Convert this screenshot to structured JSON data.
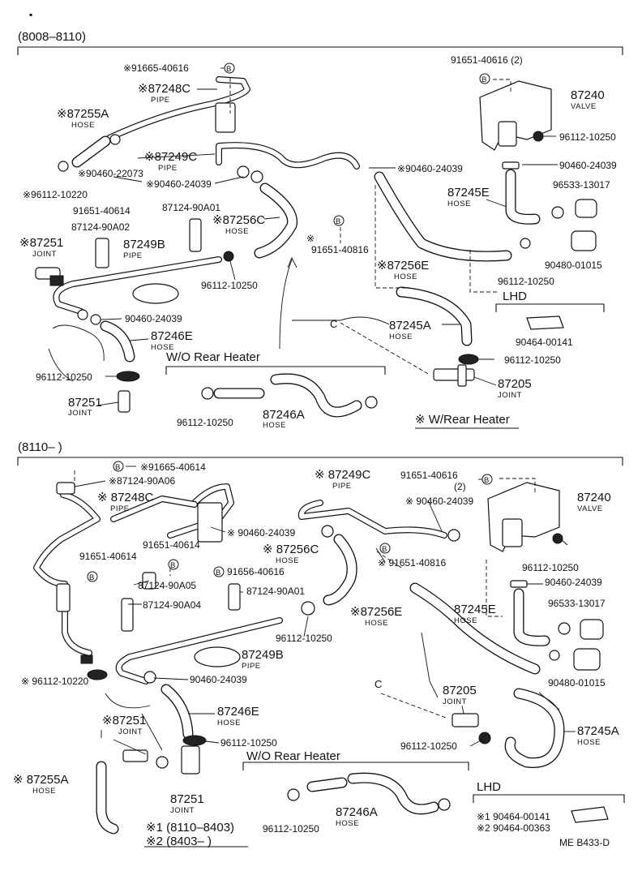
{
  "sections": {
    "top": {
      "range": "(8008–8110)",
      "subbox_wo": "W/O Rear Heater",
      "subbox_w": "※ W/Rear Heater",
      "lhd": "LHD"
    },
    "bottom": {
      "range": "(8110–        )",
      "subbox_wo": "W/O Rear Heater",
      "lhd": "LHD",
      "footnote_1": "※1 (8110–8403)",
      "footnote_2": "※2 (8403–         )",
      "lhd_note_1": "※1 90464-00141",
      "lhd_note_2": "※2 90464-00363"
    }
  },
  "labels_top": {
    "p91665": "※91665-40616",
    "p87248c": "※87248C",
    "p87248c_name": "PIPE",
    "p87255a": "※87255A",
    "p87255a_name": "HOSE",
    "p90460_22073": "※90460-22073",
    "p96112_a": "※96112-10220",
    "p87249c": "※87249C",
    "p87249c_name": "PIPE",
    "p90460_b": "※90460-24039",
    "p90460_c": "※90460-24039",
    "p91651_614": "91651-40614",
    "p87124_a01": "87124-90A01",
    "p87124_a02": "87124-90A02",
    "p87256c": "※87256C",
    "p87256c_name": "HOSE",
    "p91651_816": "91651-40816",
    "p87251_j": "※87251",
    "p87251_j_name": "JOINT",
    "p87249b": "87249B",
    "p87249b_name": "PIPE",
    "p96112_b": "96112-10250",
    "p90460_d": "90460-24039",
    "p87246e": "87246E",
    "p87246e_name": "HOSE",
    "p96112_c": "96112-10250",
    "p87251": "87251",
    "p87251_name": "JOINT",
    "p96112_d": "96112-10250",
    "p87246a": "87246A",
    "p87246a_name": "HOSE",
    "p91651_616": "91651-40616 (2)",
    "p87240": "87240",
    "p87240_name": "VALVE",
    "p96112_e": "96112-10250",
    "p90460_e": "90460-24039",
    "p87245e": "87245E",
    "p87245e_name": "HOSE",
    "p96533": "96533-13017",
    "p90480": "90480-01015",
    "p87256e": "※87256E",
    "p87256e_name": "HOSE",
    "p96112_f": "96112-10250",
    "p90464": "90464-00141",
    "p87245a": "87245A",
    "p87245a_name": "HOSE",
    "p96112_g": "96112-10250",
    "p87205": "87205",
    "p87205_name": "JOINT"
  },
  "labels_bottom": {
    "p91665": "※91665-40614",
    "p87124_a06": "※87124-90A06",
    "p87248c": "※ 87248C",
    "p87248c_name": "PIPE",
    "p91651_614a": "91651-40614",
    "p91651_614b": "91651-40614",
    "p87124_a05": "87124-90A05",
    "p87124_a04": "87124-90A04",
    "p91656": "91656-40616",
    "p87124_a01": "87124-90A01",
    "p87249c": "※ 87249C",
    "p87249c_name": "PIPE",
    "p90460_a": "※ 90460-24039",
    "p90460_b": "※ 90460-24039",
    "p87256c": "※ 87256C",
    "p87256c_name": "HOSE",
    "p91651_816": "※ 91651-40816",
    "p87256e": "※87256E",
    "p87256e_name": "HOSE",
    "p96112_a": "96112-10250",
    "p87249b": "87249B",
    "p87249b_name": "PIPE",
    "p96112_b": "※ 96112-10220",
    "p90460_c": "90460-24039",
    "p87251_j": "※87251",
    "p87251_j_name": "JOINT",
    "p87246e": "87246E",
    "p87246e_name": "HOSE",
    "p96112_c": "96112-10250",
    "p87255a": "※ 87255A",
    "p87255a_name": "HOSE",
    "p87251": "87251",
    "p87251_name": "JOINT",
    "p96112_d": "96112-10250",
    "p87246a": "87246A",
    "p87246a_name": "HOSE",
    "p91651_616": "91651-40616",
    "p91651_616_qty": "(2)",
    "p87240": "87240",
    "p87240_name": "VALVE",
    "p96112_e": "96112-10250",
    "p90460_d": "90460-24039",
    "p87245e": "87245E",
    "p87245e_name": "HOSE",
    "p96533": "96533-13017",
    "p90480": "90480-01015",
    "p87205": "87205",
    "p87205_name": "JOINT",
    "p96112_f": "96112-10250",
    "p87245a": "87245A",
    "p87245a_name": "HOSE"
  },
  "markers": {
    "b": "B",
    "c": "C"
  },
  "footer": {
    "code": "ME  B433-D"
  }
}
